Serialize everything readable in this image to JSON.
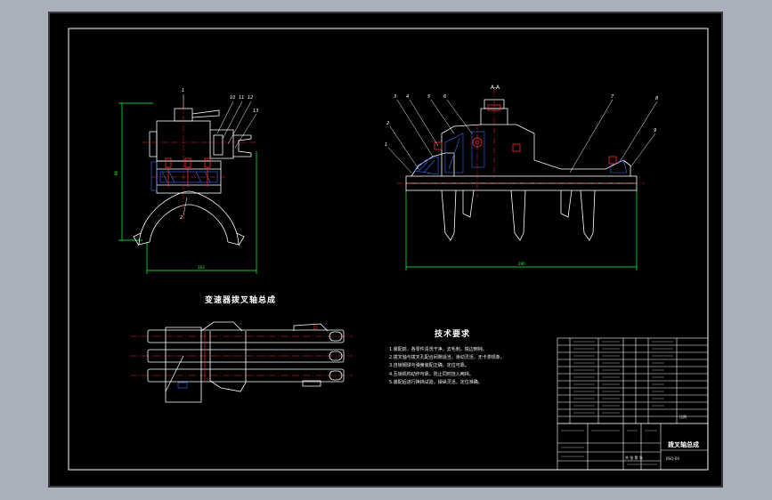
{
  "drawing": {
    "assembly_title": "变速器拨叉轴总成",
    "section_label": "A-A",
    "tech_title": "技术要求",
    "requirements": [
      "1.装配前，各零件清洗干净，去毛刺，锐边倒钝。",
      "2.拨叉轴与拨叉孔配合间隙适当，滑动灵活，无卡滞现象。",
      "3.自锁钢球与弹簧装配正确，定位可靠。",
      "4.互锁机构动作可靠，防止同时挂入两挡。",
      "5.装配后进行换挡试验，操纵灵活，定位准确。"
    ],
    "title_block": {
      "name": "拨叉轴总成",
      "code": "BSQ-00",
      "scale_label": "比例",
      "sheet_label": "共 张 第 张"
    },
    "balloons_left": [
      "1",
      "10",
      "11",
      "12",
      "13",
      "2"
    ],
    "balloons_right": [
      "1",
      "2",
      "3",
      "4",
      "5",
      "6",
      "7",
      "8",
      "9"
    ]
  },
  "colors": {
    "background": "#000000",
    "outline": "#ffffff",
    "centerline": "#ff2a2a",
    "dimension": "#22ff44",
    "fastener": "#ff2a2a",
    "detail": "#3a6cff",
    "leader": "#ffffff"
  }
}
